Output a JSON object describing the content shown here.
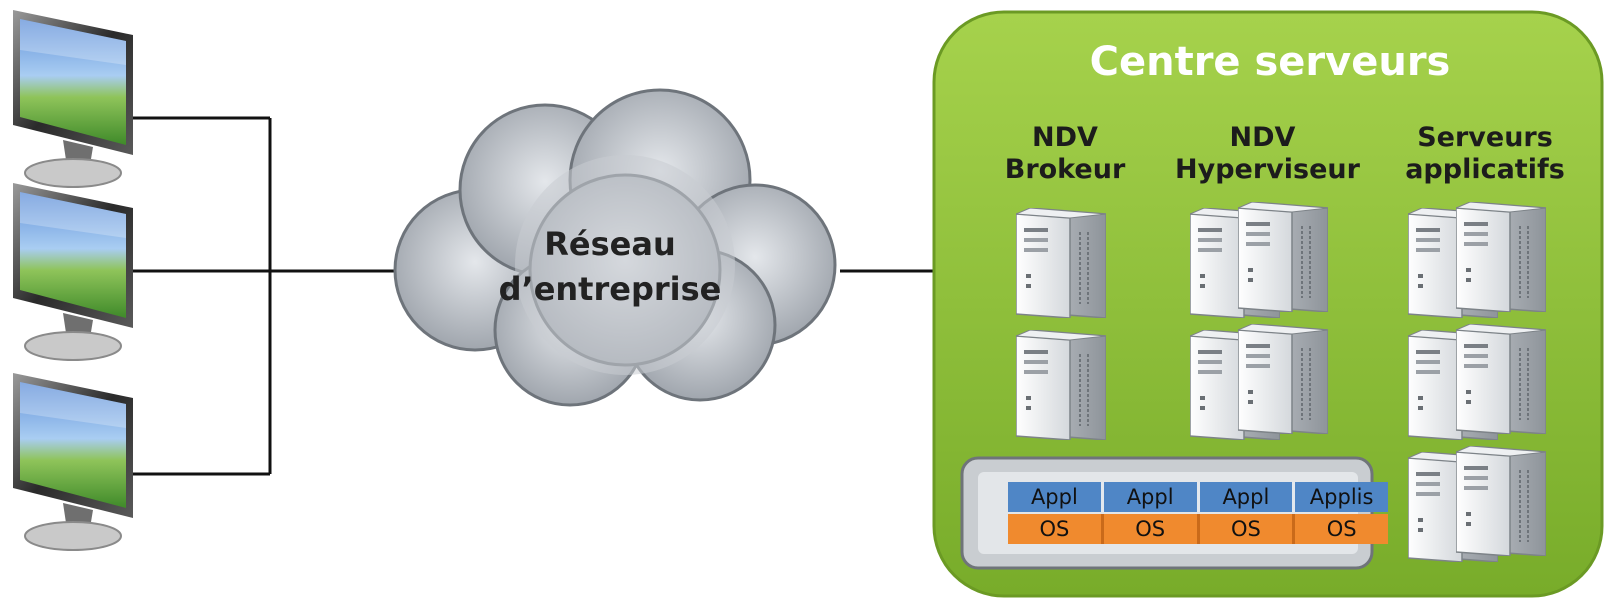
{
  "datacenter": {
    "title": "Centre serveurs",
    "columns": [
      {
        "line1": "NDV",
        "line2": "Brokeur"
      },
      {
        "line1": "NDV",
        "line2": "Hyperviseur"
      },
      {
        "line1": "Serveurs",
        "line2": "applicatifs"
      }
    ]
  },
  "network": {
    "line1": "Réseau",
    "line2": "d’entreprise"
  },
  "vms": {
    "apps": [
      "Appl",
      "Appl",
      "Appl",
      "Applis"
    ],
    "os": [
      "OS",
      "OS",
      "OS",
      "OS"
    ]
  },
  "colors": {
    "datacenter_green": "#8fc13a",
    "cloud_gray": "#b7bcc3",
    "app_blue": "#4f86c6",
    "os_orange": "#f08a2e"
  }
}
